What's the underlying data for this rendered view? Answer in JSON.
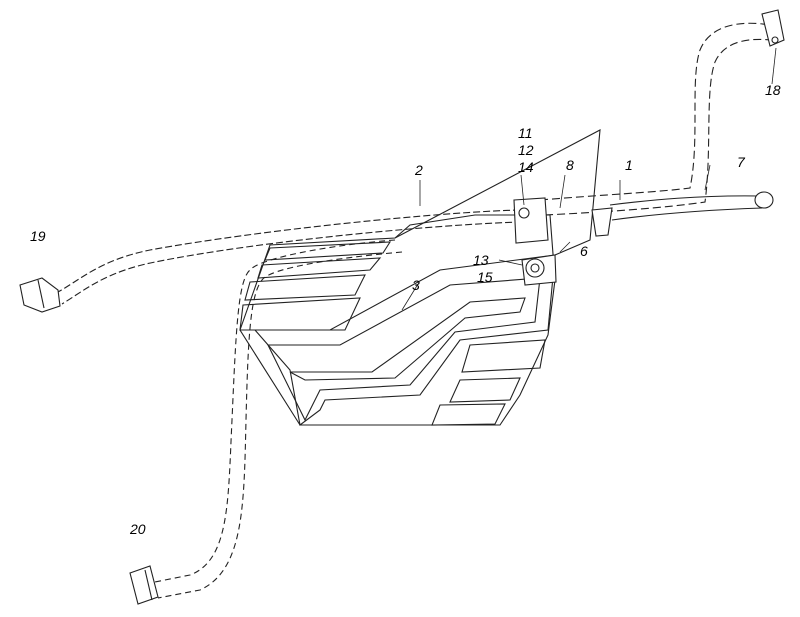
{
  "diagram": {
    "callouts": [
      {
        "id": "c1",
        "text": "1"
      },
      {
        "id": "c2",
        "text": "2"
      },
      {
        "id": "c3",
        "text": "3"
      },
      {
        "id": "c6",
        "text": "6"
      },
      {
        "id": "c7",
        "text": "7"
      },
      {
        "id": "c8",
        "text": "8"
      },
      {
        "id": "c11",
        "text": "11"
      },
      {
        "id": "c12",
        "text": "12"
      },
      {
        "id": "c13",
        "text": "13"
      },
      {
        "id": "c14",
        "text": "14"
      },
      {
        "id": "c15",
        "text": "15"
      },
      {
        "id": "c18",
        "text": "18"
      },
      {
        "id": "c19",
        "text": "19"
      },
      {
        "id": "c20",
        "text": "20"
      }
    ],
    "colors": {
      "stroke": "#222222",
      "hatch": "#555555",
      "fill": "#ffffff"
    }
  }
}
